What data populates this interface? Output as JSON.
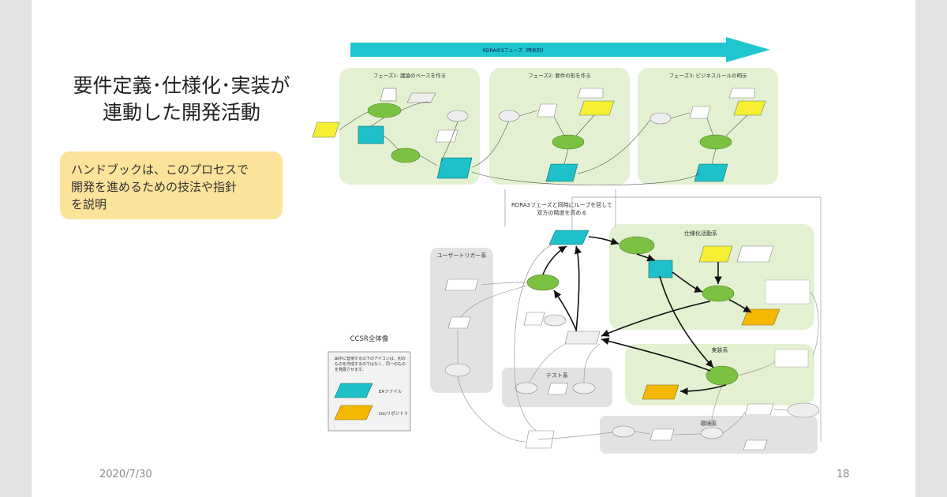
{
  "slide": {
    "title_line1": "要件定義･仕様化･実装が",
    "title_line2": "連動した開発活動",
    "note": "ハンドブックは、このプロセスで\n開発を進めるための技法や指針\nを説明",
    "date": "2020/7/30",
    "page_number": "18"
  },
  "diagram": {
    "arrow_label": "RDRAの3フェーズ（時系列）",
    "phases": [
      {
        "label": "フェーズ1: 議論のベースを作る"
      },
      {
        "label": "フェーズ2: 要件の形を作る"
      },
      {
        "label": "フェーズ3: ビジネスルールの明示"
      }
    ],
    "loop_text_line1": "RDRA3フェーズと同時にループを回して",
    "loop_text_line2": "双方の精度を高める",
    "groups": {
      "user_trigger": "ユーザートリガー系",
      "spec": "仕様化活動系",
      "impl": "実装系",
      "test": "テスト系",
      "env": "環境系"
    },
    "legend": {
      "title": "CCSR全体像",
      "text": "図中に登場する以下のアイコンは、別のものを作成するのではなく、同一のものを発展させます。",
      "item1_label": "EAファイル",
      "item2_label": "Git/リポジトリ"
    }
  },
  "colors": {
    "arrow": "#1fc6cf",
    "phase_bg": "#e3f1d2",
    "teal_doc": "#1ec0c9",
    "green_task": "#7cc242",
    "yellow_doc": "#f5ee33",
    "orange_doc": "#f5b800",
    "note_bg": "#fce39a",
    "gray_box": "#e2e2e2"
  }
}
